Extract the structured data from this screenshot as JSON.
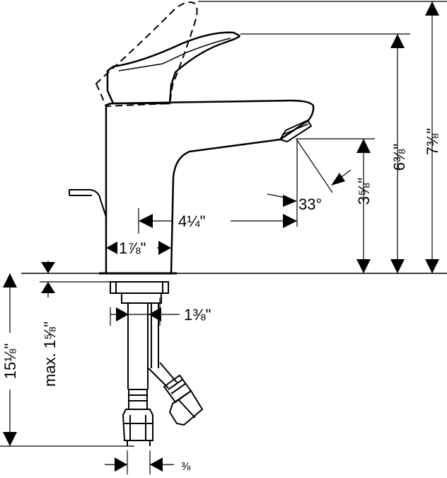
{
  "dimensions": {
    "overall_height": "7⅜\"",
    "handle_height": "6⅜\"",
    "spout_height": "3⅝\"",
    "spout_angle": "33°",
    "spout_reach": "4¼\"",
    "base_width": "1⅞\"",
    "hose_spacing": "1⅜\"",
    "below_deck_length": "15⅛\"",
    "max_deck_thickness": "max. 1⅝\"",
    "hose_fitting": "⅜"
  }
}
